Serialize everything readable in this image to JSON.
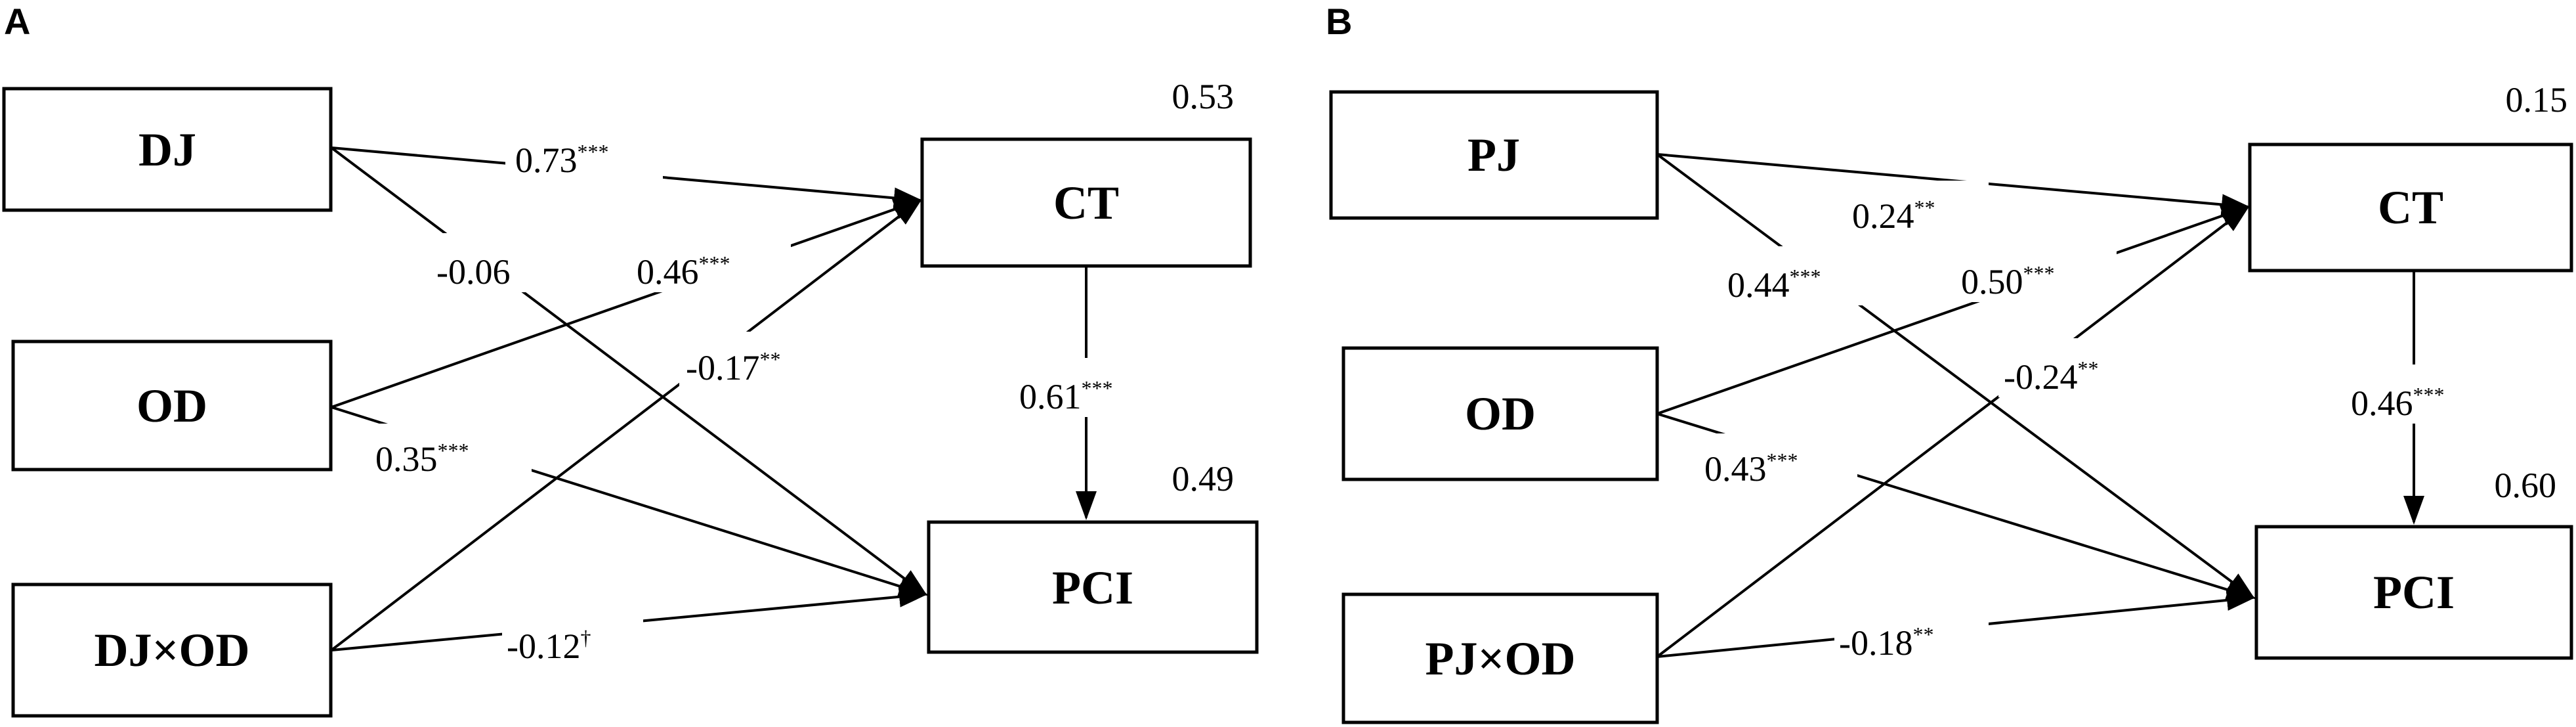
{
  "panels": [
    {
      "label": "A",
      "nodes": {
        "x1": "DJ",
        "mod": "OD",
        "inter": "DJ×OD",
        "med": "CT",
        "out": "PCI"
      },
      "r2": {
        "med": "0.53",
        "out": "0.49"
      },
      "paths": {
        "x1_med": {
          "value": "0.73",
          "sig": "***"
        },
        "x1_out": {
          "value": "-0.06",
          "sig": ""
        },
        "mod_med": {
          "value": "0.46",
          "sig": "***"
        },
        "inter_med": {
          "value": "-0.17",
          "sig": "**"
        },
        "med_out": {
          "value": "0.61",
          "sig": "***"
        },
        "mod_out": {
          "value": "0.35",
          "sig": "***"
        },
        "inter_out": {
          "value": "-0.12",
          "sig": "†"
        }
      }
    },
    {
      "label": "B",
      "nodes": {
        "x1": "PJ",
        "mod": "OD",
        "inter": "PJ×OD",
        "med": "CT",
        "out": "PCI"
      },
      "r2": {
        "med": "0.15",
        "out": "0.60"
      },
      "paths": {
        "x1_med": {
          "value": "0.24",
          "sig": "**"
        },
        "x1_out": {
          "value": "0.44",
          "sig": "***"
        },
        "mod_med": {
          "value": "0.50",
          "sig": "***"
        },
        "inter_med": {
          "value": "-0.24",
          "sig": "**"
        },
        "med_out": {
          "value": "0.46",
          "sig": "***"
        },
        "mod_out": {
          "value": "0.43",
          "sig": "***"
        },
        "inter_out": {
          "value": "-0.18",
          "sig": "**"
        }
      }
    }
  ]
}
